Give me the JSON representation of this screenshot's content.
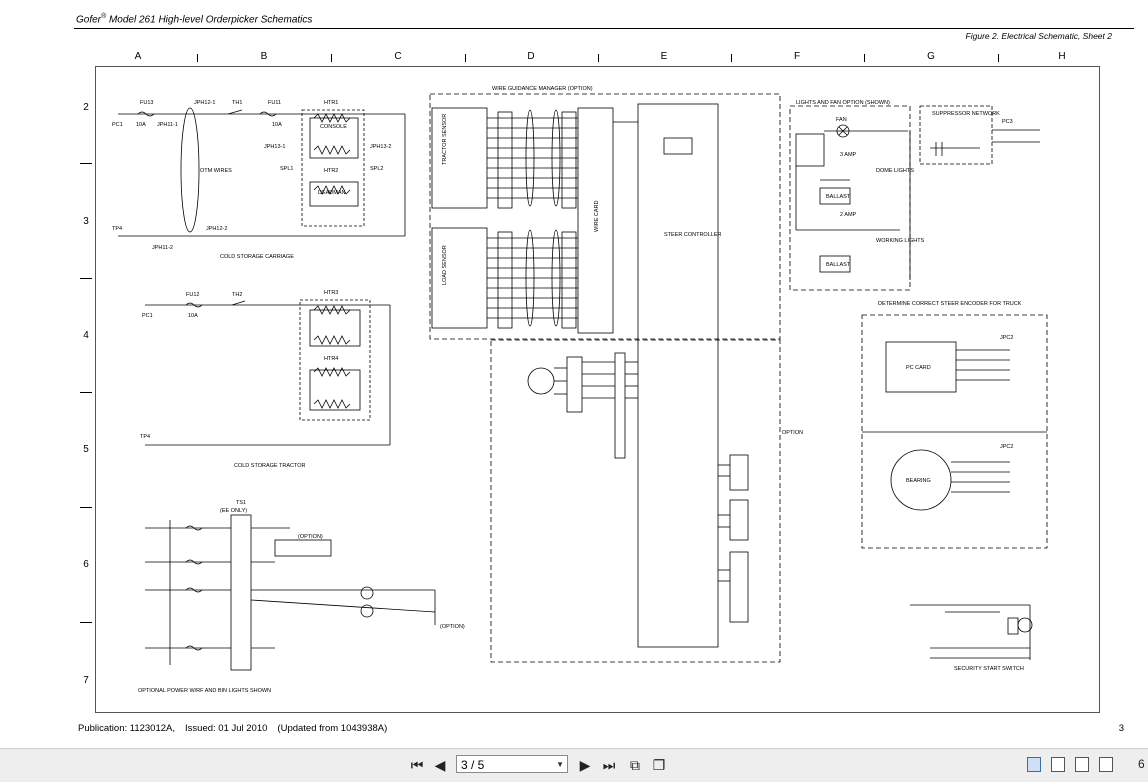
{
  "header": {
    "brand": "Gofer",
    "registered": "®",
    "title": "Model 261 High-level Orderpicker Schematics",
    "figure": "Figure 2. Electrical Schematic, Sheet 2"
  },
  "columns": [
    "A",
    "B",
    "C",
    "D",
    "E",
    "F",
    "G",
    "H"
  ],
  "rows": [
    "2",
    "3",
    "4",
    "5",
    "6",
    "7"
  ],
  "sections": {
    "cold_storage_carriage": "COLD STORAGE CARRIAGE",
    "cold_storage_tractor": "COLD STORAGE TRACTOR",
    "optional_power": "OPTIONAL POWER W/RF AND BIN LIGHTS SHOWN",
    "wire_guidance": "WIRE GUIDANCE MANAGER (OPTION)",
    "lights_fan": "LIGHTS AND FAN OPTION (SHOWN)",
    "suppressor": "SUPPRESSOR NETWORK",
    "steer_encoder": "DETERMINE CORRECT STEER ENCODER FOR TRUCK",
    "security_start": "SECURITY START SWITCH",
    "tractor_sensor": "TRACTOR SENSOR",
    "load_sensor": "LOAD SENSOR",
    "wire_card": "WIRE CARD",
    "steer_controller": "STEER CONTROLLER",
    "pc_card": "PC CARD",
    "bearing": "BEARING",
    "console": "CONSOLE",
    "deadman": "DEADMAN",
    "otm_wires": "OTM WIRES",
    "ts1": "TS1",
    "ts1_sub": "(EE ONLY)",
    "option": "(OPTION)",
    "option2": "OPTION"
  },
  "labels": {
    "fu13": "FU13",
    "fu11": "FU11",
    "fu12": "FU12",
    "th1": "TH1",
    "th2": "TH2",
    "htr1": "HTR1",
    "htr2": "HTR2",
    "htr3": "HTR3",
    "htr4": "HTR4",
    "pc1": "PC1",
    "tp4": "TP4",
    "jph12_1": "JPH12-1",
    "jph11_1": "JPH11-1",
    "jph11_2": "JPH11-2",
    "jph12_2": "JPH12-2",
    "jph13_1": "JPH13-1",
    "jph13_2": "JPH13-2",
    "spl1": "SPL1",
    "spl2": "SPL2",
    "amp10": "10A",
    "jpc2": "JPC2",
    "pc3": "PC3",
    "fan": "FAN",
    "ballast": "BALLAST",
    "dome_lights": "DOME LIGHTS",
    "working_lights": "WORKING LIGHTS",
    "amp3": "3 AMP",
    "amp2": "2 AMP"
  },
  "footer": {
    "publication": "Publication: 1123012A,",
    "issued": "Issued: 01 Jul 2010",
    "updated": "(Updated from 1043938A)",
    "page_number": "3"
  },
  "toolbar": {
    "page_indicator": "3 / 5",
    "edge_number": "6"
  }
}
